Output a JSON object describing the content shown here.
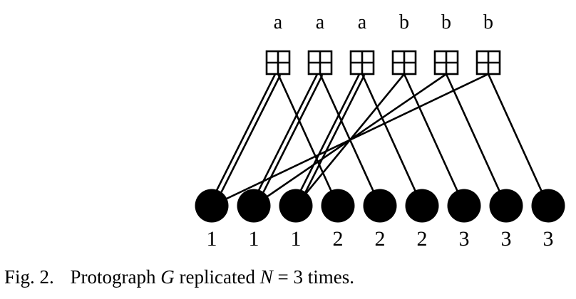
{
  "figure": {
    "check_node_labels": [
      "a",
      "a",
      "a",
      "b",
      "b",
      "b"
    ],
    "variable_node_labels": [
      "1",
      "1",
      "1",
      "2",
      "2",
      "2",
      "3",
      "3",
      "3"
    ],
    "edges": [
      [
        0,
        0
      ],
      [
        0,
        0
      ],
      [
        0,
        3
      ],
      [
        1,
        1
      ],
      [
        1,
        1
      ],
      [
        1,
        4
      ],
      [
        2,
        2
      ],
      [
        2,
        2
      ],
      [
        2,
        5
      ],
      [
        3,
        2
      ],
      [
        3,
        6
      ],
      [
        4,
        1
      ],
      [
        4,
        7
      ],
      [
        5,
        0
      ],
      [
        5,
        8
      ]
    ]
  },
  "caption": {
    "label": "Fig. 2.",
    "text_before": "Protograph",
    "symbol_g": "G",
    "text_middle": "replicated",
    "symbol_n": "N",
    "equals": "=",
    "number": "3",
    "text_after": "times."
  }
}
